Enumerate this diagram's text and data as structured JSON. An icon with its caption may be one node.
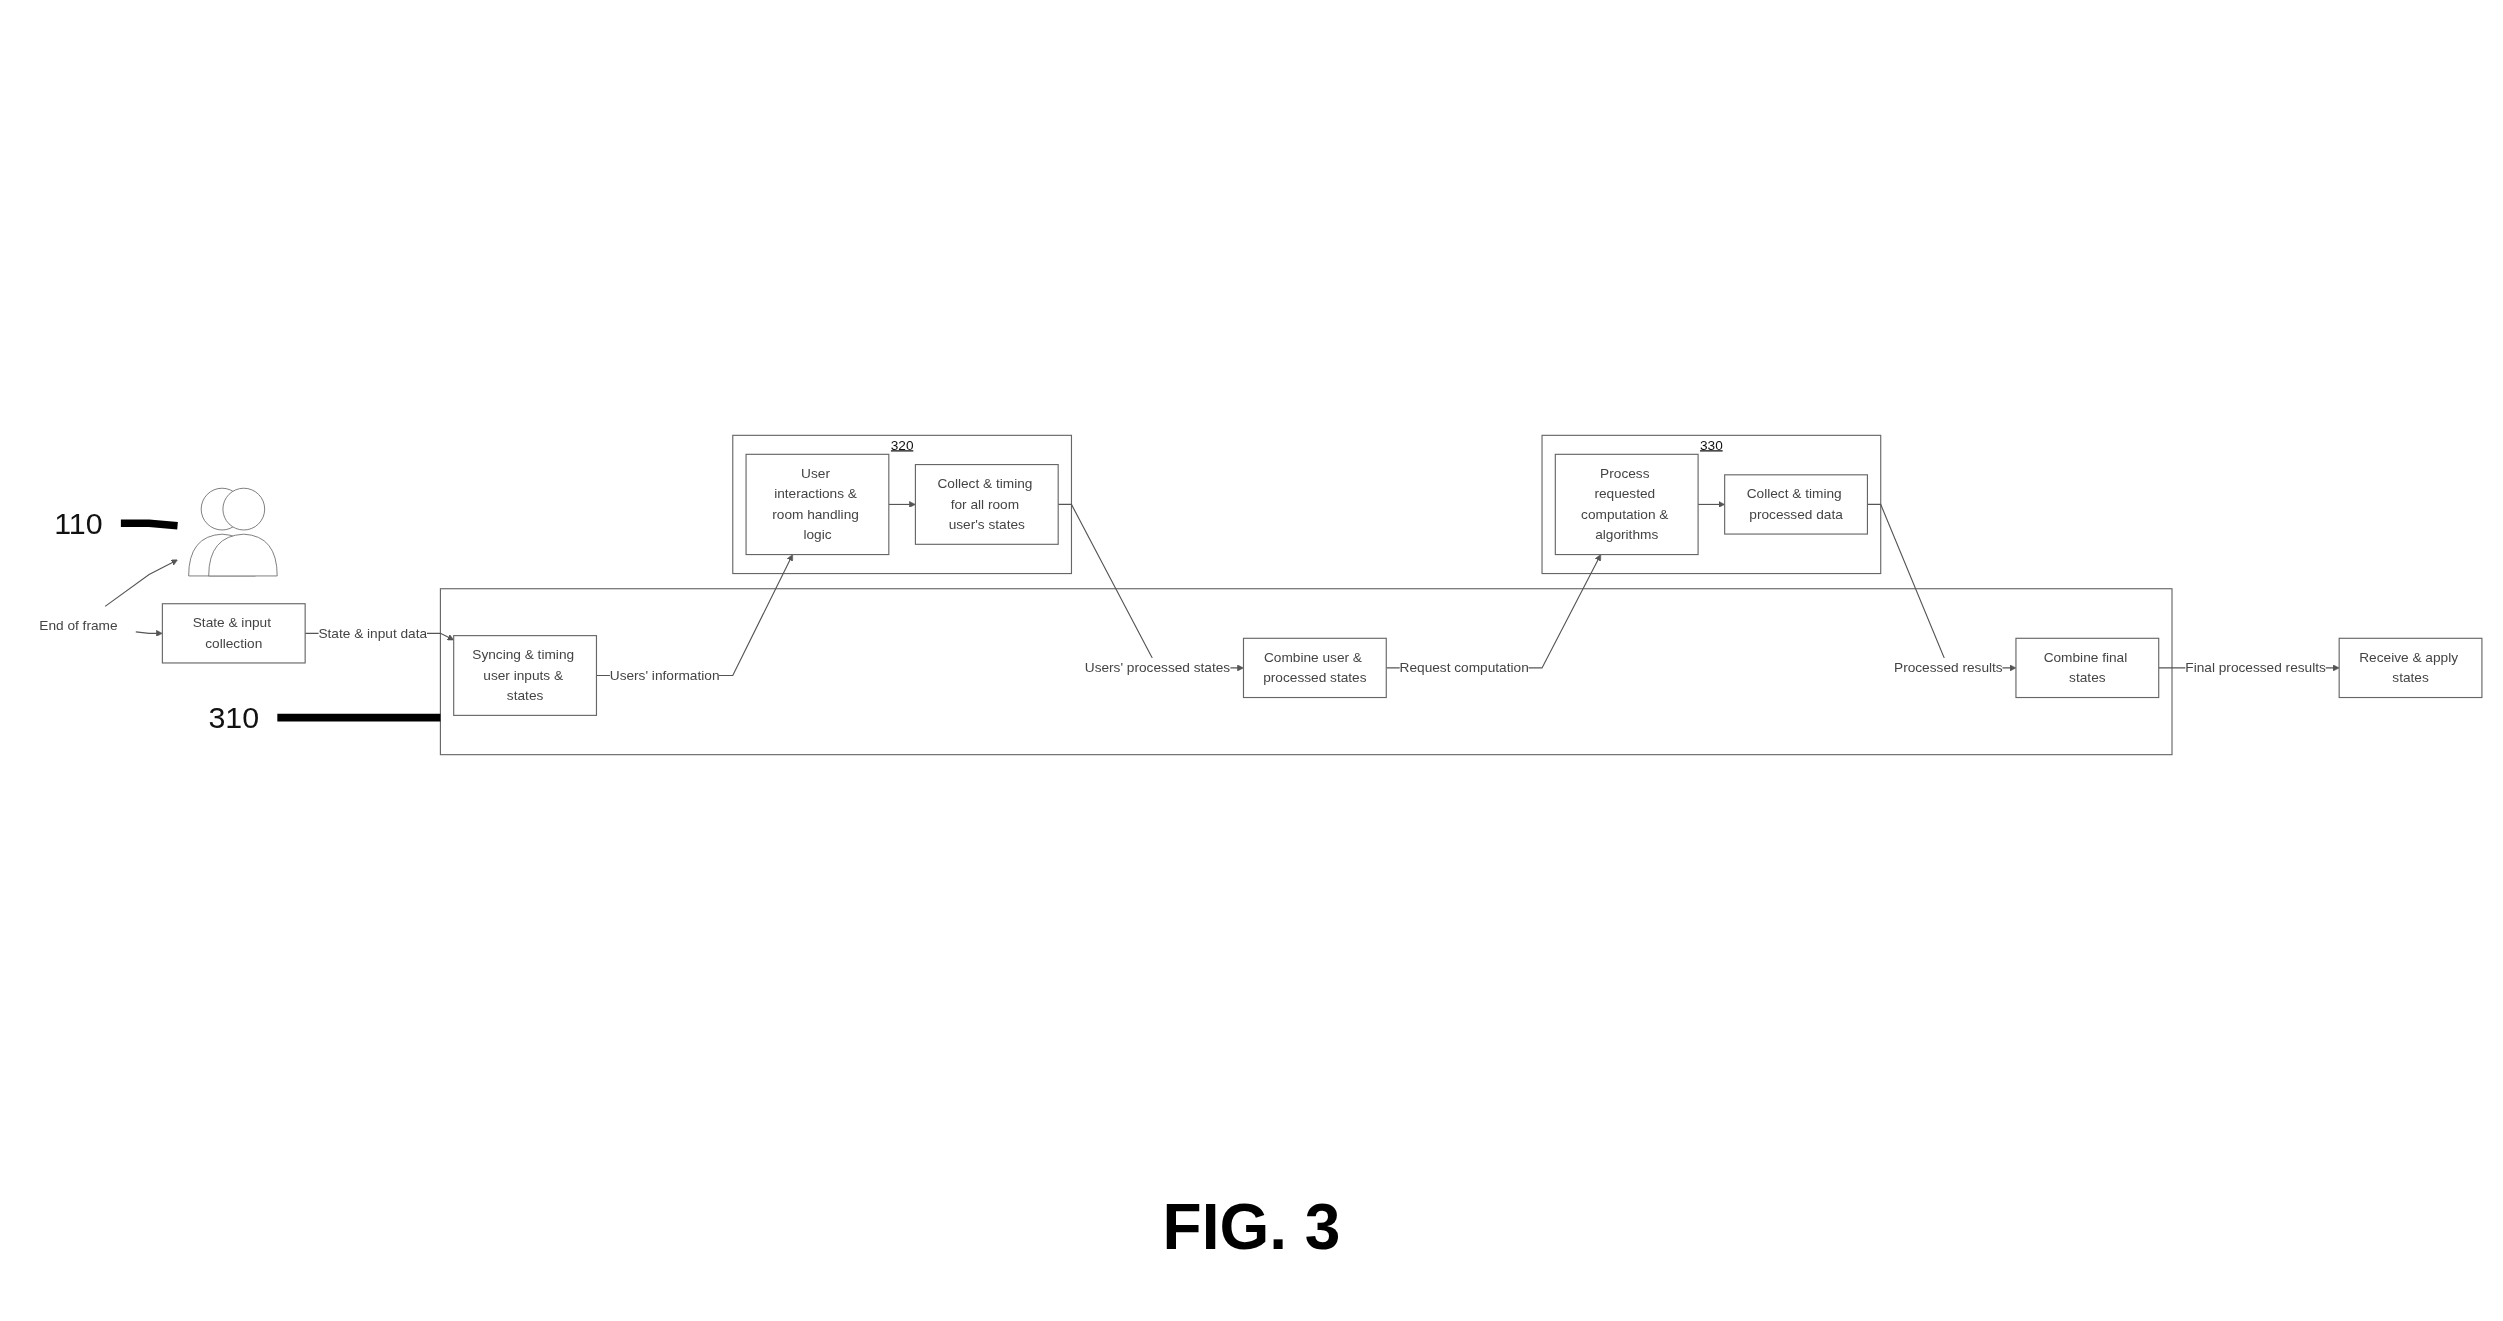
{
  "diagram": {
    "caption": "FIG. 3",
    "nodes": [
      {
        "text": [
          "110"
        ]
      },
      {
        "text": [],
        "shape": "person"
      },
      {
        "text": [
          "End of frame"
        ]
      },
      {
        "text": [
          "State & input collection"
        ]
      },
      {
        "text": [
          "Receive & apply states"
        ]
      },
      {
        "text": [
          "310"
        ]
      },
      {
        "text": [],
        "shape": "box"
      },
      {
        "text": [
          "Syncing & timing user inputs & states"
        ],
        "in": 6
      },
      {
        "text": [
          "Combine user & processed states"
        ],
        "in": 6
      },
      {
        "text": [
          "Combine final states"
        ],
        "in": 6
      },
      {
        "text": [
          "320"
        ]
      },
      {
        "text": [
          "User interactions & room handling logic"
        ],
        "in": 10
      },
      {
        "text": [
          "Collect & timing for all room user's states"
        ],
        "in": 10
      },
      {
        "text": [
          "330"
        ]
      },
      {
        "text": [
          "Process requested computation & algorithms"
        ],
        "in": 13
      },
      {
        "text": [
          "Collect & timing processed data"
        ],
        "in": 13
      }
    ],
    "edges": [
      {
        "from": 0,
        "to": 1,
        "arrow": "none",
        "style": "thick",
        "color": "#000000"
      },
      {
        "from": 2,
        "to": 1,
        "arrow": "to"
      },
      {
        "from": 2,
        "to": 3,
        "arrow": "to"
      },
      {
        "from": 3,
        "to": 7,
        "arrow": "to",
        "label": "State & input data"
      },
      {
        "from": 5,
        "to": 6,
        "arrow": "none",
        "style": "thick",
        "color": "#000000"
      },
      {
        "from": 7,
        "to": 11,
        "arrow": "to",
        "label": "Users' information"
      },
      {
        "from": 11,
        "to": 12,
        "arrow": "to"
      },
      {
        "from": 12,
        "to": 8,
        "arrow": "to",
        "label": "Users' processed states"
      },
      {
        "from": 8,
        "to": 14,
        "arrow": "to",
        "label": "Request computation"
      },
      {
        "from": 14,
        "to": 15,
        "arrow": "to"
      },
      {
        "from": 15,
        "to": 9,
        "arrow": "to",
        "label": "Processed results"
      },
      {
        "from": 9,
        "to": 4,
        "arrow": "to",
        "label": "Final processed results"
      }
    ]
  }
}
